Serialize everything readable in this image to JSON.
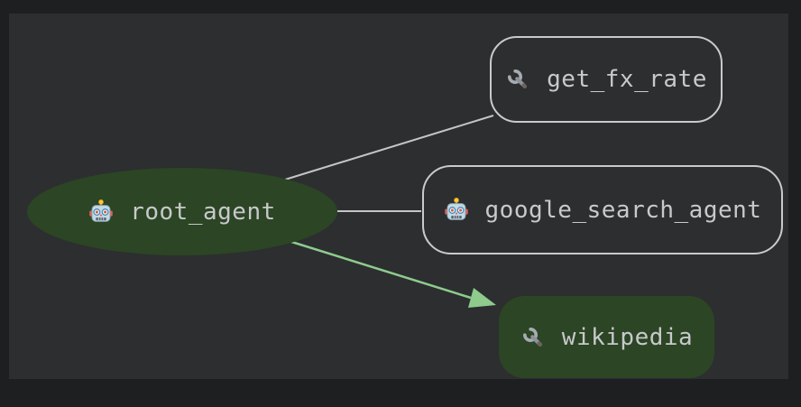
{
  "canvas": {
    "outer_bg": "#1e1f21",
    "panel_bg": "#2c2e30"
  },
  "graph": {
    "nodes": [
      {
        "id": "root_agent",
        "label": "root_agent",
        "kind": "agent",
        "icon": "robot-icon",
        "shape": "ellipse",
        "fill": "#2c4525",
        "text_color": "#c7c9ca"
      },
      {
        "id": "get_fx_rate",
        "label": "get_fx_rate",
        "kind": "tool",
        "icon": "wrench-icon",
        "shape": "pill",
        "fill": "none",
        "border_color": "#c9cacb",
        "text_color": "#c7c9ca"
      },
      {
        "id": "google_search_agent",
        "label": "google_search_agent",
        "kind": "agent",
        "icon": "robot-icon",
        "shape": "pill",
        "fill": "none",
        "border_color": "#c9cacb",
        "text_color": "#c7c9ca"
      },
      {
        "id": "wikipedia",
        "label": "wikipedia",
        "kind": "tool",
        "icon": "wrench-icon",
        "shape": "pill",
        "fill": "#2c4525",
        "text_color": "#c7c9ca"
      }
    ],
    "edges": [
      {
        "from": "root_agent",
        "to": "get_fx_rate",
        "style": "plain-line",
        "color": "#c4c5c7"
      },
      {
        "from": "root_agent",
        "to": "google_search_agent",
        "style": "plain-line",
        "color": "#c4c5c7"
      },
      {
        "from": "root_agent",
        "to": "wikipedia",
        "style": "arrow",
        "color": "#8ecb8d"
      }
    ]
  }
}
